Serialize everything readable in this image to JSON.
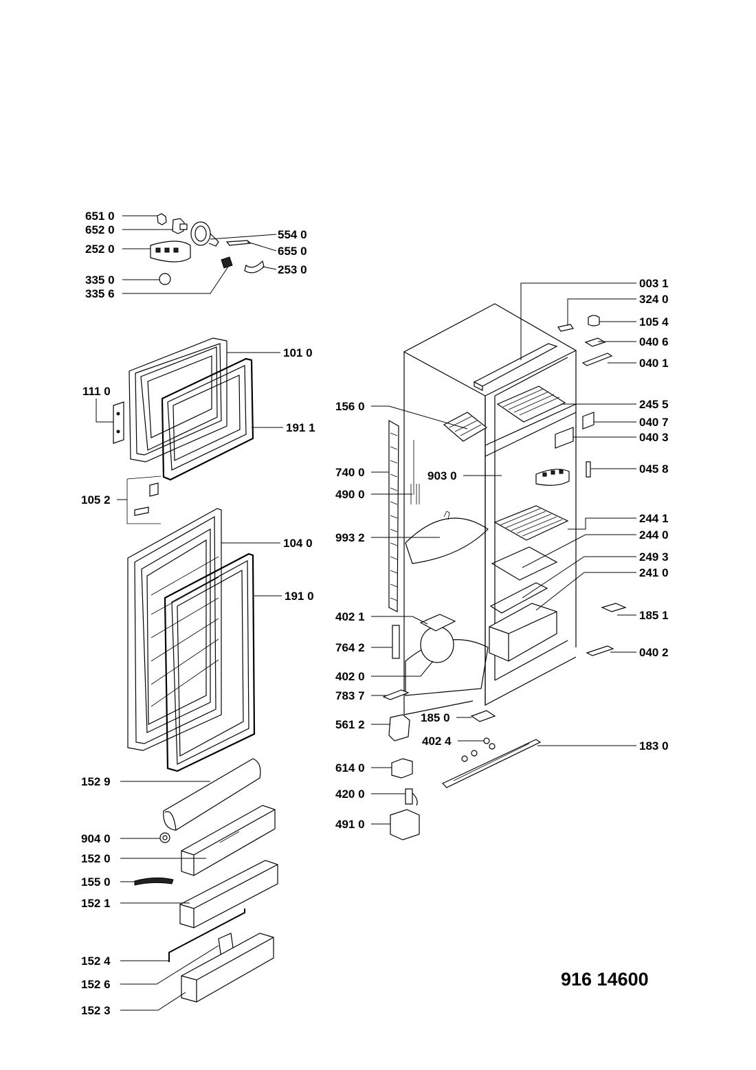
{
  "model_number": "916 14600",
  "labels": {
    "p6510": "651 0",
    "p6520": "652 0",
    "p5540": "554 0",
    "p2520": "252 0",
    "p6550": "655 0",
    "p2530": "253 0",
    "p3350": "335 0",
    "p3356": "335 6",
    "p1010": "101 0",
    "p1110": "111 0",
    "p1911": "191 1",
    "p1052": "105 2",
    "p1040": "104 0",
    "p1910": "191 0",
    "p1529": "152 9",
    "p9040": "904 0",
    "p1520": "152 0",
    "p1550": "155 0",
    "p1521": "152 1",
    "p1524": "152 4",
    "p1526": "152 6",
    "p1523": "152 3",
    "p0031": "003 1",
    "p3240": "324 0",
    "p1054": "105 4",
    "p0406": "040 6",
    "p0401": "040 1",
    "p2455": "245 5",
    "p0407": "040 7",
    "p0403": "040 3",
    "p0458": "045 8",
    "p1560": "156 0",
    "p7400": "740 0",
    "p4900": "490 0",
    "p9030": "903 0",
    "p2441": "244 1",
    "p2440": "244 0",
    "p9932": "993 2",
    "p2493": "249 3",
    "p2410": "241 0",
    "p4021": "402 1",
    "p1851": "185 1",
    "p7642": "764 2",
    "p0402": "040 2",
    "p4020": "402 0",
    "p7837": "783 7",
    "p5612": "561 2",
    "p1850": "185 0",
    "p4024": "402 4",
    "p1830": "183 0",
    "p6140": "614 0",
    "p4200": "420 0",
    "p4910": "491 0"
  }
}
